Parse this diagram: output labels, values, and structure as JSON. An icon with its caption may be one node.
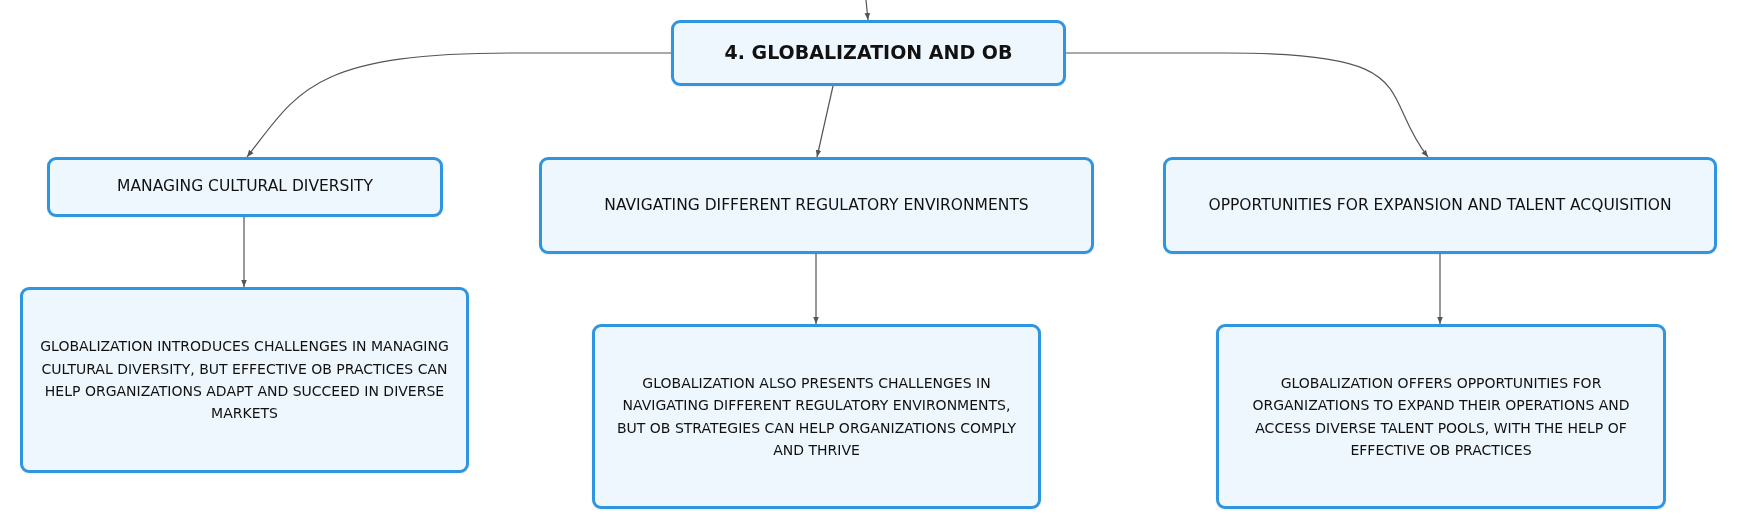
{
  "diagram": {
    "nodes": [
      {
        "text": [
          "4. GLOBALIZATION AND OB"
        ]
      },
      {
        "text": [
          "MANAGING CULTURAL DIVERSITY"
        ]
      },
      {
        "text": [
          "NAVIGATING DIFFERENT REGULATORY ENVIRONMENTS"
        ]
      },
      {
        "text": [
          "OPPORTUNITIES FOR EXPANSION AND TALENT ACQUISITION"
        ]
      },
      {
        "text": [
          "GLOBALIZATION INTRODUCES CHALLENGES IN MANAGING CULTURAL DIVERSITY, BUT EFFECTIVE OB PRACTICES CAN HELP ORGANIZATIONS ADAPT AND SUCCEED IN DIVERSE MARKETS"
        ]
      },
      {
        "text": [
          "GLOBALIZATION ALSO PRESENTS CHALLENGES IN NAVIGATING DIFFERENT REGULATORY ENVIRONMENTS, BUT OB STRATEGIES CAN HELP ORGANIZATIONS COMPLY AND THRIVE"
        ]
      },
      {
        "text": [
          "GLOBALIZATION OFFERS OPPORTUNITIES FOR ORGANIZATIONS TO EXPAND THEIR OPERATIONS AND ACCESS DIVERSE TALENT POOLS, WITH THE HELP OF EFFECTIVE OB PRACTICES"
        ]
      }
    ],
    "edges": [
      {
        "from": null,
        "to": 0,
        "arrow": "to"
      },
      {
        "from": 0,
        "to": 1,
        "arrow": "to"
      },
      {
        "from": 0,
        "to": 2,
        "arrow": "to"
      },
      {
        "from": 0,
        "to": 3,
        "arrow": "to"
      },
      {
        "from": 1,
        "to": 4,
        "arrow": "to"
      },
      {
        "from": 2,
        "to": 5,
        "arrow": "to"
      },
      {
        "from": 3,
        "to": 6,
        "arrow": "to"
      }
    ]
  }
}
